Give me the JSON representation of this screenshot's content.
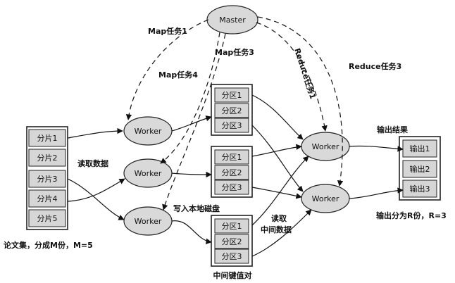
{
  "master": {
    "label": "Master"
  },
  "workers": {
    "map1": "Worker",
    "map2": "Worker",
    "map3": "Worker",
    "reduce1": "Worker",
    "reduce2": "Worker"
  },
  "input": {
    "splits": [
      "分片1",
      "分片2",
      "分片3",
      "分片4",
      "分片5"
    ],
    "caption": "论文集，分成M份，M=5"
  },
  "partitions": [
    "分区1",
    "分区2",
    "分区3"
  ],
  "outputs": [
    "输出1",
    "输出2",
    "输出3"
  ],
  "labels": {
    "map_task1": "Map任务1",
    "map_task3": "Map任务3",
    "map_task4": "Map任务4",
    "reduce_task1": "Reduce任务1",
    "reduce_task3": "Reduce任务3",
    "read_data": "读取数据",
    "write_local": "写入本地磁盘",
    "read_mid_line1": "读取",
    "read_mid_line2": "中间数据",
    "output_result": "输出结果",
    "output_split": "输出分为R份，R=3",
    "kv_pairs": "中间键值对"
  }
}
